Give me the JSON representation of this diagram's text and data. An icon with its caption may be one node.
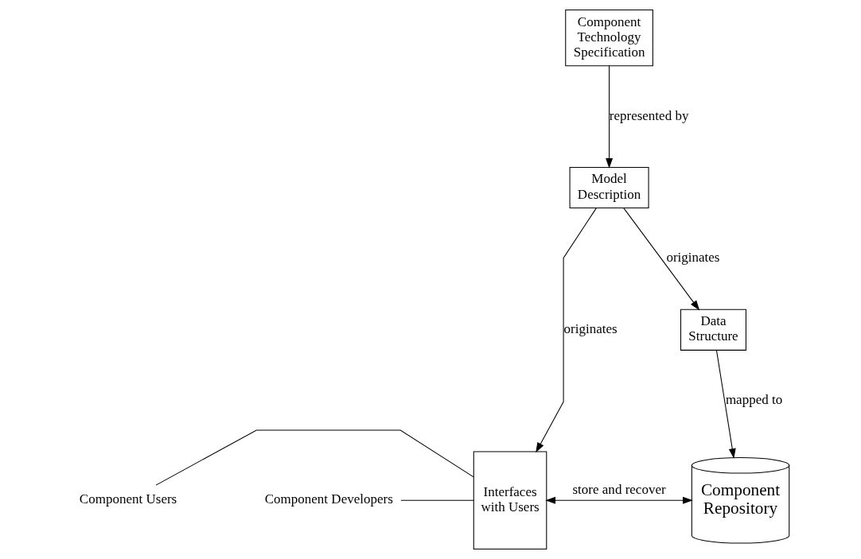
{
  "diagram": {
    "nodes": [
      {
        "text": [
          "Component Technology Specification"
        ]
      },
      {
        "text": [
          "Model Description"
        ]
      },
      {
        "text": [
          "Data Structure"
        ]
      },
      {
        "text": [
          "Interfaces with Users"
        ]
      },
      {
        "text": [
          "Component Repository"
        ]
      },
      {
        "text": [
          "Component Users"
        ]
      },
      {
        "text": [
          "Component Developers"
        ]
      }
    ],
    "edges": [
      {
        "from": 0,
        "to": 1,
        "arrow": "to",
        "label": "represented by"
      },
      {
        "from": 1,
        "to": 2,
        "arrow": "to",
        "label": "originates"
      },
      {
        "from": 1,
        "to": 3,
        "arrow": "to",
        "label": "originates"
      },
      {
        "from": 2,
        "to": 4,
        "arrow": "to",
        "label": "mapped to"
      },
      {
        "from": 3,
        "to": 4,
        "arrow": "both",
        "label": "store and recover"
      },
      {
        "from": 5,
        "to": 3,
        "arrow": "none"
      },
      {
        "from": 6,
        "to": 3,
        "arrow": "none"
      }
    ]
  }
}
